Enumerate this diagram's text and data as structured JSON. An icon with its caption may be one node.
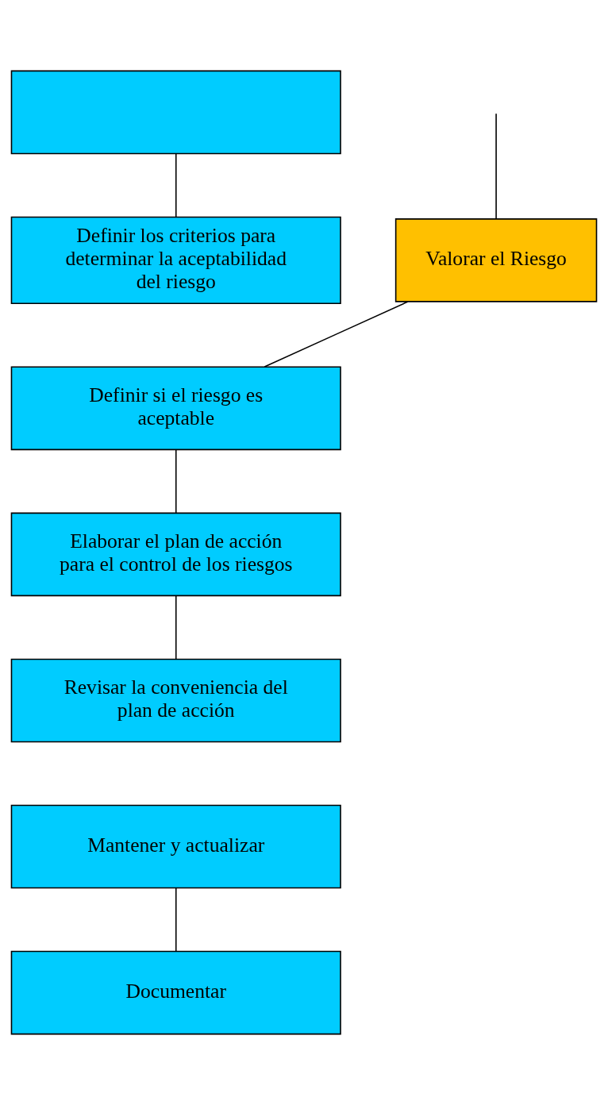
{
  "diagram": {
    "nodes": [
      {
        "text": [],
        "shape": "box"
      },
      {
        "text": [
          "Definir los criterios para determinar la aceptabilidad del riesgo"
        ]
      },
      {
        "text": [
          "Valorar el Riesgo"
        ]
      },
      {
        "text": [
          "Definir si el riesgo es aceptable"
        ]
      },
      {
        "text": [
          "Elaborar el plan de acción para el control de los riesgos"
        ]
      },
      {
        "text": [
          "Revisar la conveniencia del plan de acción"
        ]
      },
      {
        "text": [
          "Mantener y actualizar"
        ]
      },
      {
        "text": [
          "Documentar"
        ]
      }
    ],
    "edges": [
      {
        "from": 0,
        "to": 1,
        "arrow": "none"
      },
      {
        "from": null,
        "to": 2,
        "arrow": "none"
      },
      {
        "from": 2,
        "to": 3,
        "arrow": "none"
      },
      {
        "from": 3,
        "to": 4,
        "arrow": "none"
      },
      {
        "from": 4,
        "to": 5,
        "arrow": "none"
      },
      {
        "from": 6,
        "to": 7,
        "arrow": "none"
      }
    ]
  }
}
